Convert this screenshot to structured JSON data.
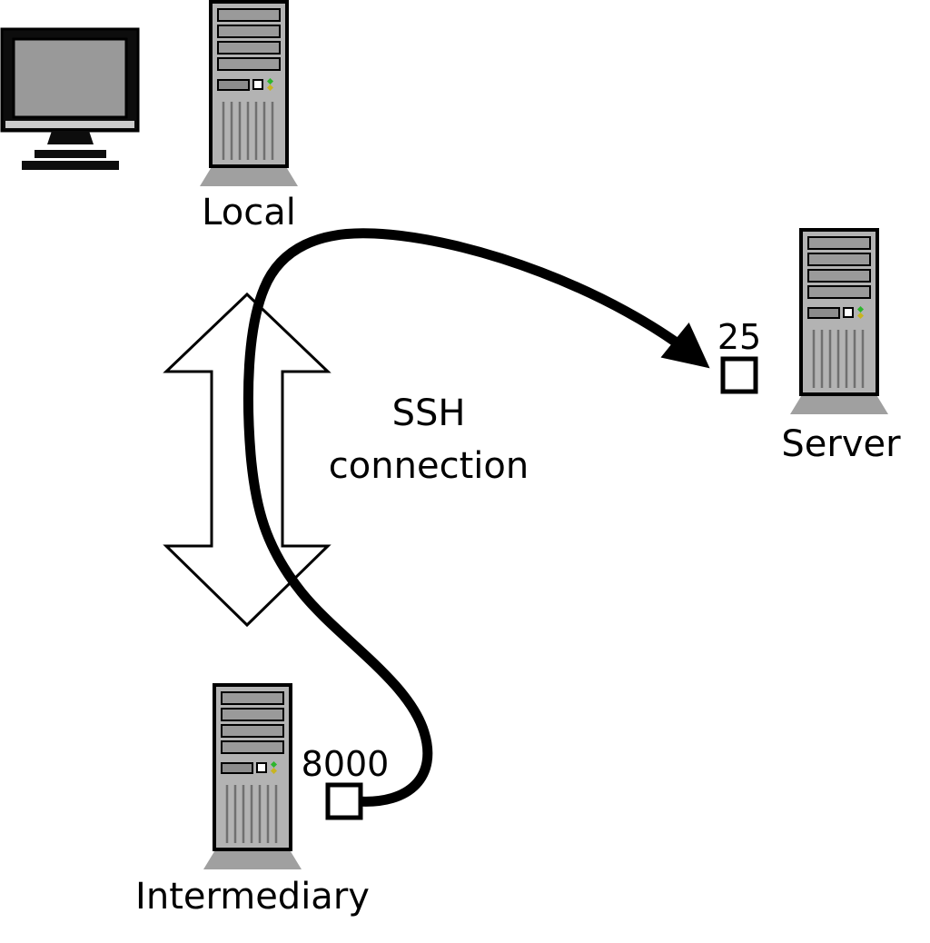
{
  "page": {
    "background": "#ffffff"
  },
  "diagram": {
    "nodes": {
      "local": {
        "label": "Local",
        "icon": "tower-computer-icon"
      },
      "server": {
        "label": "Server",
        "port_label": "25",
        "icon": "tower-computer-icon"
      },
      "intermediary": {
        "label": "Intermediary",
        "port_label": "8000",
        "icon": "tower-computer-icon"
      }
    },
    "monitor": {
      "icon": "crt-monitor-icon"
    },
    "ssh_arrow": {
      "line1": "SSH",
      "line2": "connection"
    },
    "connection": {
      "description_icon": "tunnel-curve-arrow",
      "from_port": "8000",
      "to_port": "25"
    },
    "colors": {
      "tower_body": "#b3b3b3",
      "tower_base": "#a0a0a0",
      "slot": "#9a9a9a",
      "screen": "#999999",
      "stroke": "#000000",
      "led_green": "#2db52d",
      "led_yellow": "#c8b420",
      "port_fill": "#ffffff",
      "arrow_fill": "#ffffff"
    }
  }
}
